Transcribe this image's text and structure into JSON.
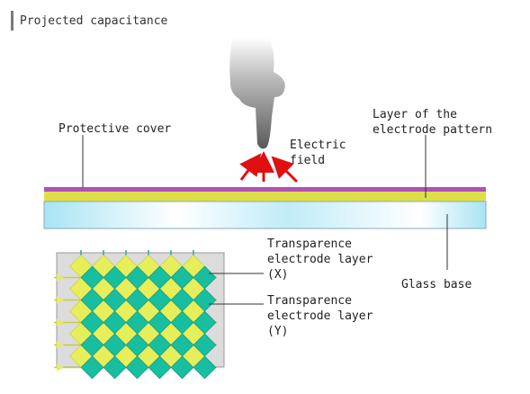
{
  "title": "Projected capacitance",
  "labels": {
    "protective_cover": "Protective cover",
    "electrode_layer": [
      "Layer of the",
      "electrode pattern"
    ],
    "electric_field": [
      "Electric",
      "field"
    ],
    "glass_base": "Glass base",
    "electrode_x": [
      "Transparence",
      "electrode layer",
      "(X)"
    ],
    "electrode_y": [
      "Transparence",
      "electrode layer",
      "(Y)"
    ]
  },
  "colors": {
    "cover": "#b050b8",
    "electrode_pattern": "#dede4a",
    "glass": "#c8eef8",
    "arrow": "#e01010",
    "diamond_x": "#e6ee5a",
    "diamond_y": "#18bea0",
    "grid_bg": "#dcdcdc"
  },
  "icons": [
    "finger-icon"
  ]
}
